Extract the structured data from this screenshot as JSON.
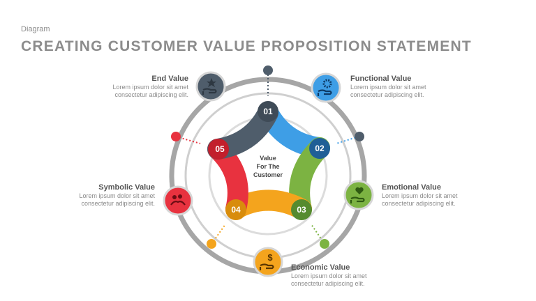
{
  "header": {
    "kicker": "Diagram",
    "title": "CREATING CUSTOMER VALUE PROPOSITION STATEMENT"
  },
  "center_text": [
    "Value",
    "For The",
    "Customer"
  ],
  "colors": {
    "end": "#4f5d6b",
    "functional": "#3e9ee6",
    "emotional": "#7cb342",
    "economic": "#f4a41d",
    "symbolic": "#e8323f",
    "ring": "#a6a6a6"
  },
  "segments": [
    {
      "number": "01"
    },
    {
      "number": "02"
    },
    {
      "number": "03"
    },
    {
      "number": "04"
    },
    {
      "number": "05"
    }
  ],
  "items": {
    "end": {
      "title": "End Value",
      "line1": "Lorem ipsum dolor sit amet",
      "line2": "consectetur adipiscing elit.",
      "icon": "hand-star-icon"
    },
    "functional": {
      "title": "Functional Value",
      "line1": "Lorem ipsum dolor sit amet",
      "line2": "consectetur adipiscing elit.",
      "icon": "hand-gear-icon"
    },
    "emotional": {
      "title": "Emotional Value",
      "line1": "Lorem ipsum dolor sit amet",
      "line2": "consectetur adipiscing elit.",
      "icon": "hand-heart-icon"
    },
    "economic": {
      "title": "Economic Value",
      "line1": "Lorem ipsum dolor sit amet",
      "line2": "consectetur adipiscing elit.",
      "icon": "hand-dollar-icon"
    },
    "symbolic": {
      "title": "Symbolic Value",
      "line1": "Lorem ipsum dolor sit amet",
      "line2": "consectetur adipiscing elit.",
      "icon": "hand-people-icon"
    }
  }
}
